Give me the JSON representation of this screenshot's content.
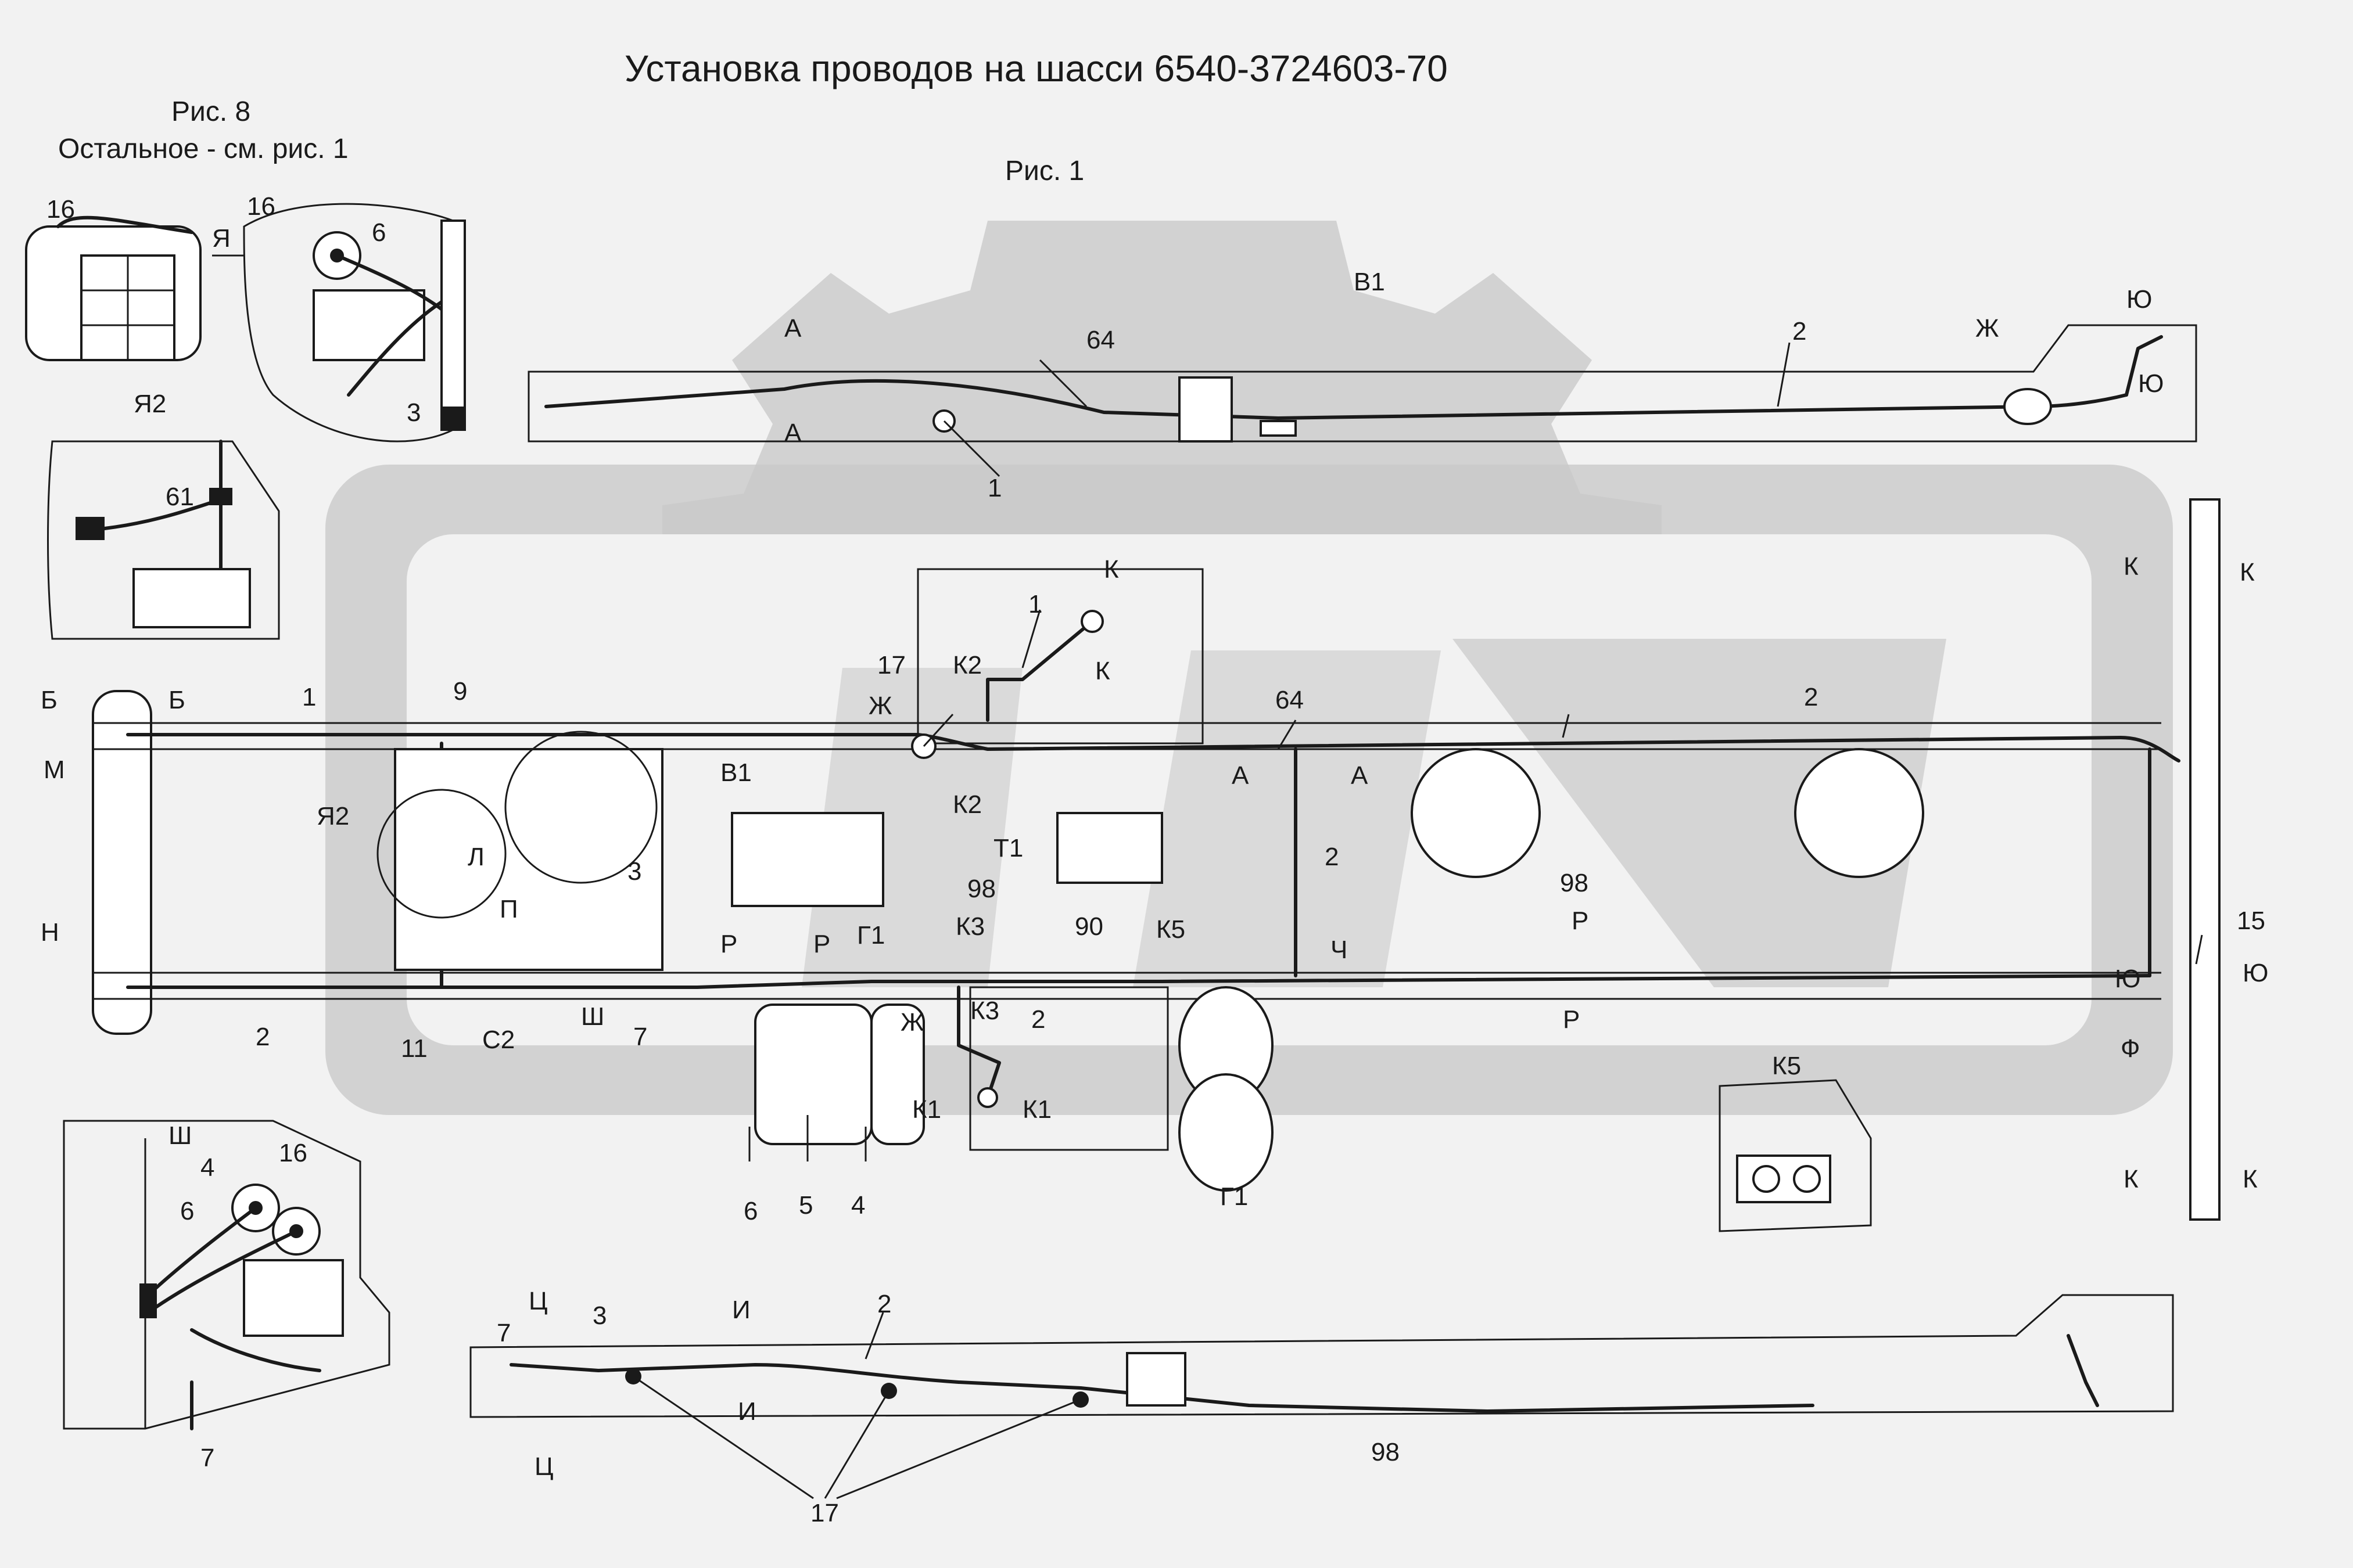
{
  "title": "Установка проводов на шасси  6540-3724603-70",
  "fig8_caption": "Рис. 8",
  "fig8_note": "Остальное - см. рис. 1",
  "fig1_caption": "Рис. 1",
  "view_titles": {
    "ya2": "Я2",
    "sh": "Ш",
    "k5": "К5",
    "v1": "В1"
  },
  "labels": {
    "n1a": "1",
    "n1b": "1",
    "n1c": "1",
    "n2a": "2",
    "n2b": "2",
    "n2c": "2",
    "n2d": "2",
    "n2e": "2",
    "n2f": "2",
    "n3a": "3",
    "n3b": "3",
    "n3c": "3",
    "n4a": "4",
    "n4b": "4",
    "n5": "5",
    "n6a": "6",
    "n6b": "6",
    "n6c": "6",
    "n7a": "7",
    "n7b": "7",
    "n7c": "7",
    "n9": "9",
    "n11": "11",
    "n15": "15",
    "n16a": "16",
    "n16b": "16",
    "n16c": "16",
    "n17a": "17",
    "n17b": "17",
    "n61": "61",
    "n64a": "64",
    "n64b": "64",
    "n90": "90",
    "n98a": "98",
    "n98b": "98",
    "n98c": "98",
    "ya": "Я",
    "ya2_main": "Я2",
    "b_left": "Б",
    "b_right": "Б",
    "m": "М",
    "n_letter": "Н",
    "a_top1": "А",
    "a_top2": "А",
    "a_mid1": "А",
    "a_mid2": "А",
    "zh_top": "Ж",
    "zh_mid": "Ж",
    "zh_bot": "Ж",
    "yu_top1": "Ю",
    "yu_top2": "Ю",
    "yu_mid1": "Ю",
    "yu_mid2": "Ю",
    "k_top": "К",
    "k_top2": "К",
    "k_r1": "К",
    "k_r2": "К",
    "k_r3": "К",
    "k_r4": "К",
    "k2a": "К2",
    "k2b": "К2",
    "k3a": "К3",
    "k3b": "К3",
    "k5_mid": "К5",
    "k1a": "К1",
    "k1b": "К1",
    "v1_mid": "В1",
    "t1": "Т1",
    "g1_mid": "Г1",
    "g1_bot": "Г1",
    "r1": "Р",
    "r2": "Р",
    "r3": "Р",
    "r4": "Р",
    "p_letter": "П",
    "l_letter": "Л",
    "ch": "Ч",
    "sh_mid": "Ш",
    "c2": "С2",
    "f": "Ф",
    "ts1": "Ц",
    "ts2": "Ц",
    "i1": "И",
    "i2": "И"
  },
  "watermark": {
    "color": "#c9c9c9",
    "shape": "gear-logo"
  },
  "colors": {
    "background": "#f2f2f2",
    "ink": "#1a1a1a"
  }
}
